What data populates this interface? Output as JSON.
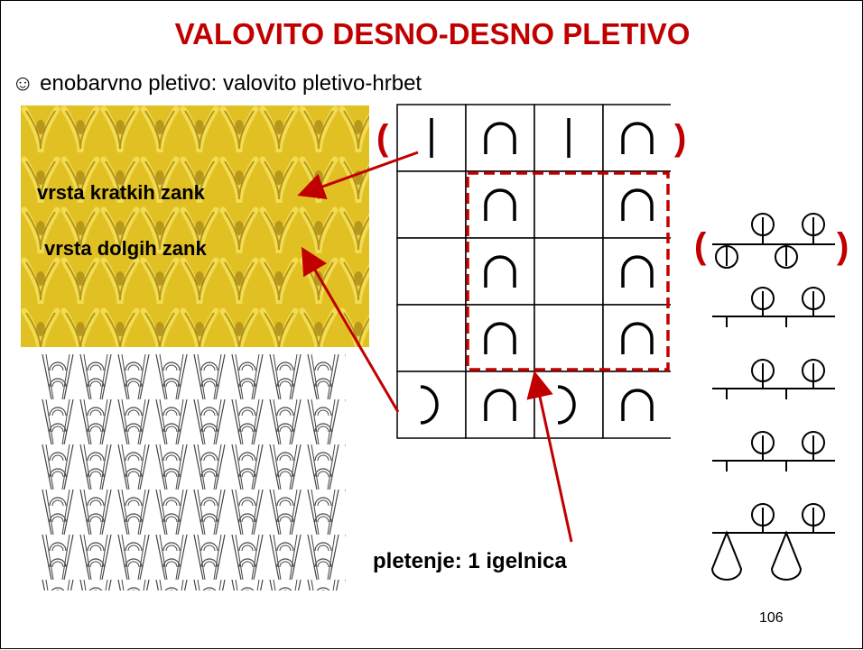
{
  "title": "VALOVITO DESNO-DESNO PLETIVO",
  "subtitle": "☺ enobarvno pletivo: valovito pletivo-hrbet",
  "photo": {
    "label_short_loops": "vrsta kratkih zank",
    "label_long_loops": "vrsta dolgih zank"
  },
  "grid": {
    "rows": [
      [
        "stick",
        "arc",
        "stick",
        "arc"
      ],
      [
        "",
        "arc",
        "",
        "arc"
      ],
      [
        "",
        "arc",
        "",
        "arc"
      ],
      [
        "",
        "arc",
        "",
        "arc"
      ],
      [
        "bracket-right",
        "arc",
        "bracket-right",
        "arc"
      ]
    ],
    "open_paren": "(",
    "close_paren": ")"
  },
  "notation": {
    "open_paren": "(",
    "close_paren": ")"
  },
  "knitting_label": "pletenje: 1 igelnica",
  "page_number": "106",
  "colors": {
    "title": "#c00000",
    "accent": "#c00000",
    "yarn": "#e8c82a"
  }
}
